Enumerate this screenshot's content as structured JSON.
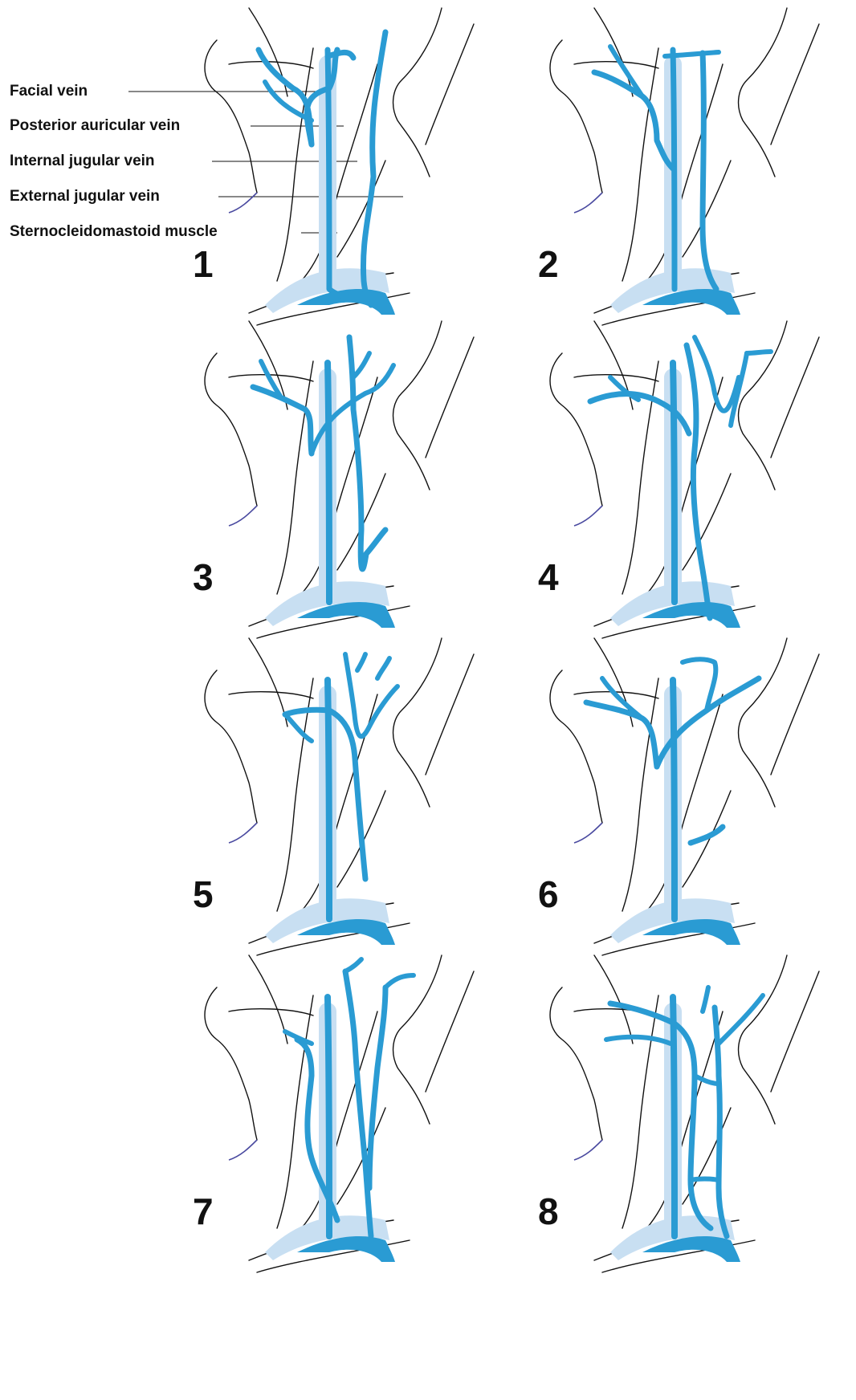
{
  "legend": {
    "facial_vein": "Facial vein",
    "posterior_auricular_vein": "Posterior auricular vein",
    "internal_jugular_vein": "Internal jugular vein",
    "external_jugular_vein": "External jugular vein",
    "sternocleidomastoid_muscle": "Sternocleidomastoid muscle"
  },
  "panels": [
    {
      "number": "1",
      "variant": "standard"
    },
    {
      "number": "2",
      "variant": "single-trunk"
    },
    {
      "number": "3",
      "variant": "parallel-ejv"
    },
    {
      "number": "4",
      "variant": "posterior-branches"
    },
    {
      "number": "5",
      "variant": "crossing"
    },
    {
      "number": "6",
      "variant": "short-ejv"
    },
    {
      "number": "7",
      "variant": "double-ejv"
    },
    {
      "number": "8",
      "variant": "plexiform"
    }
  ],
  "colors": {
    "vein": "#2a9bd3",
    "internal_jugular_light": "#c8dff2",
    "outline": "#111111",
    "chin": "#4a4aa0"
  }
}
